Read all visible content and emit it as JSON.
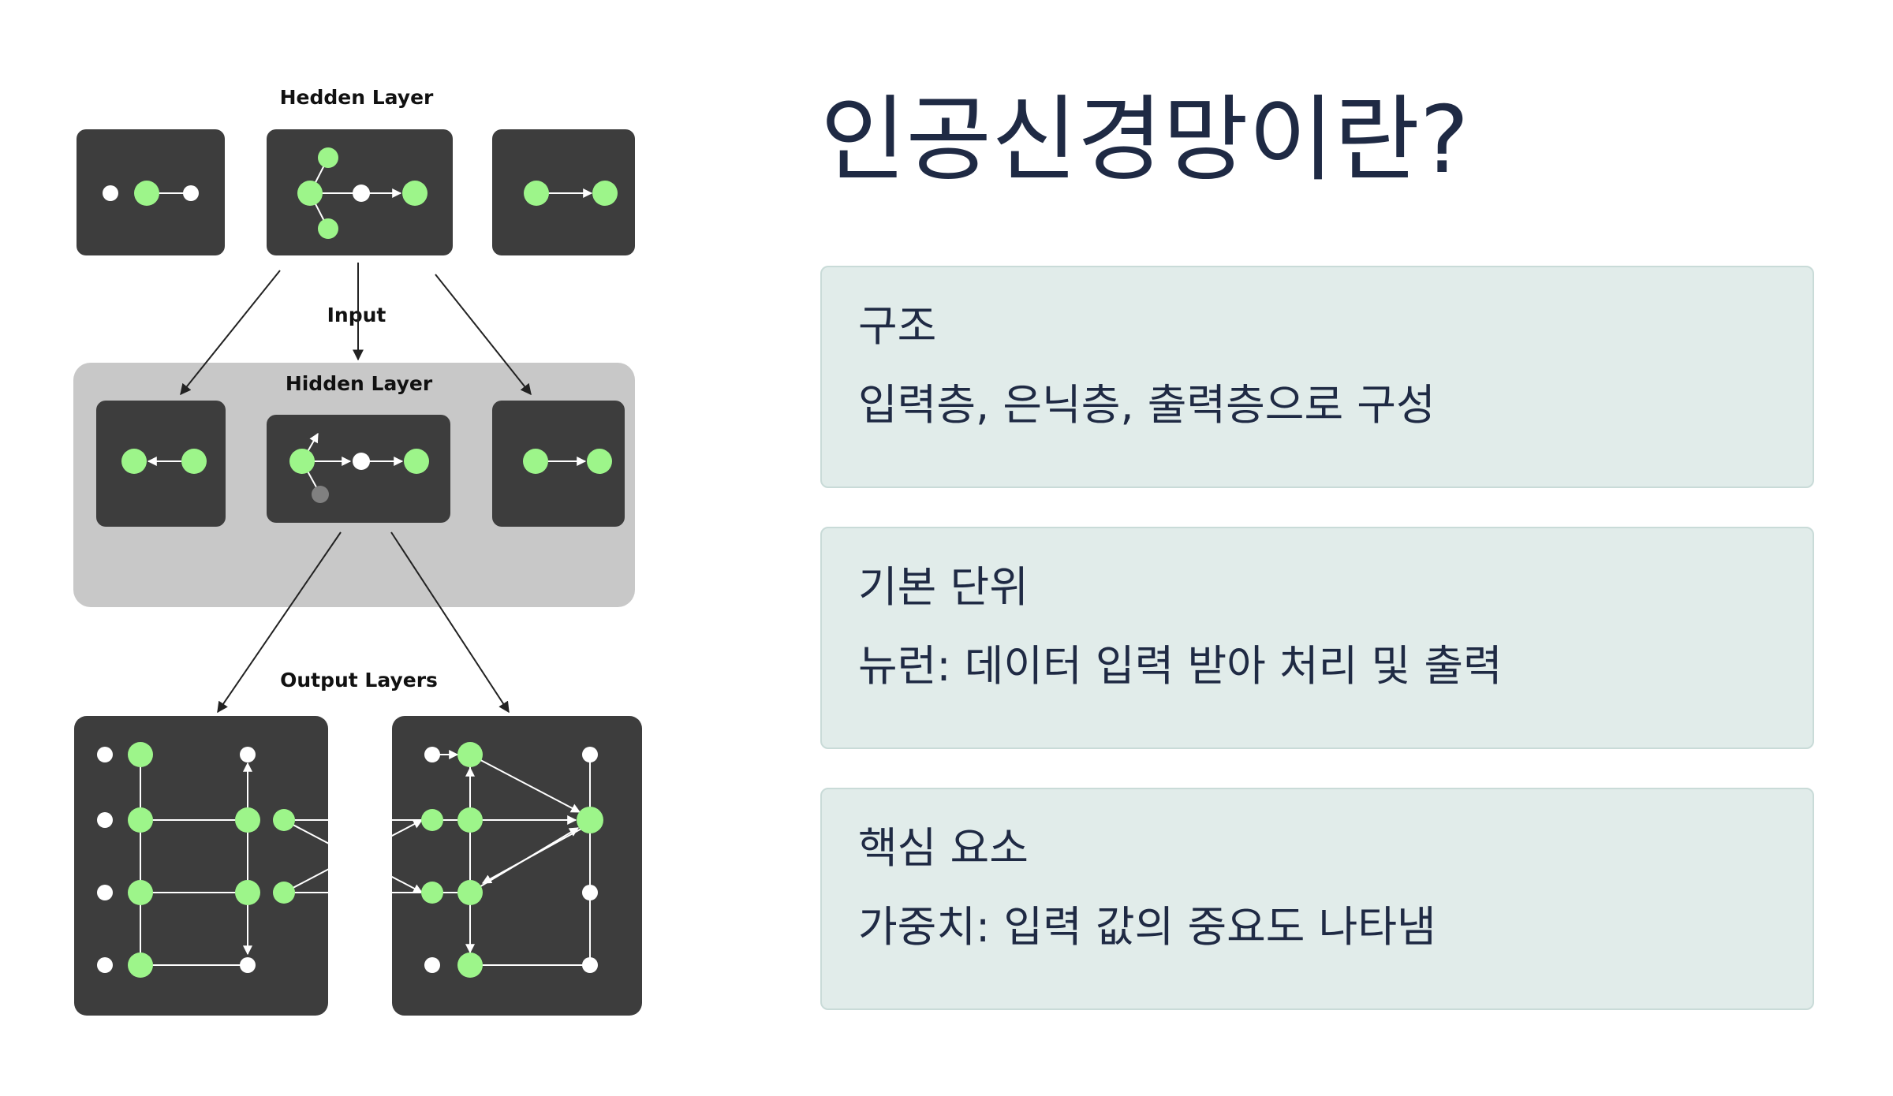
{
  "page": {
    "title": "인공신경망이란?"
  },
  "cards": [
    {
      "heading": "구조",
      "body": "입력층, 은닉층, 출력층으로 구성"
    },
    {
      "heading": "기본 단위",
      "body": "뉴런: 데이터 입력 받아 처리 및 출력"
    },
    {
      "heading": "핵심 요소",
      "body": "가중치: 입력 값의 중요도 나타냄"
    }
  ],
  "diagram": {
    "top_label": "Hedden Layer",
    "input_label": "Input",
    "hidden_label": "Hidden Layer",
    "output_label": "Output Layers"
  },
  "colors": {
    "panel": "#3d3d3d",
    "node_green": "#9df58a",
    "node_white": "#ffffff",
    "group_gray": "#c8c8c8",
    "card_bg": "#e1ecea",
    "title_text": "#1f2a44"
  }
}
